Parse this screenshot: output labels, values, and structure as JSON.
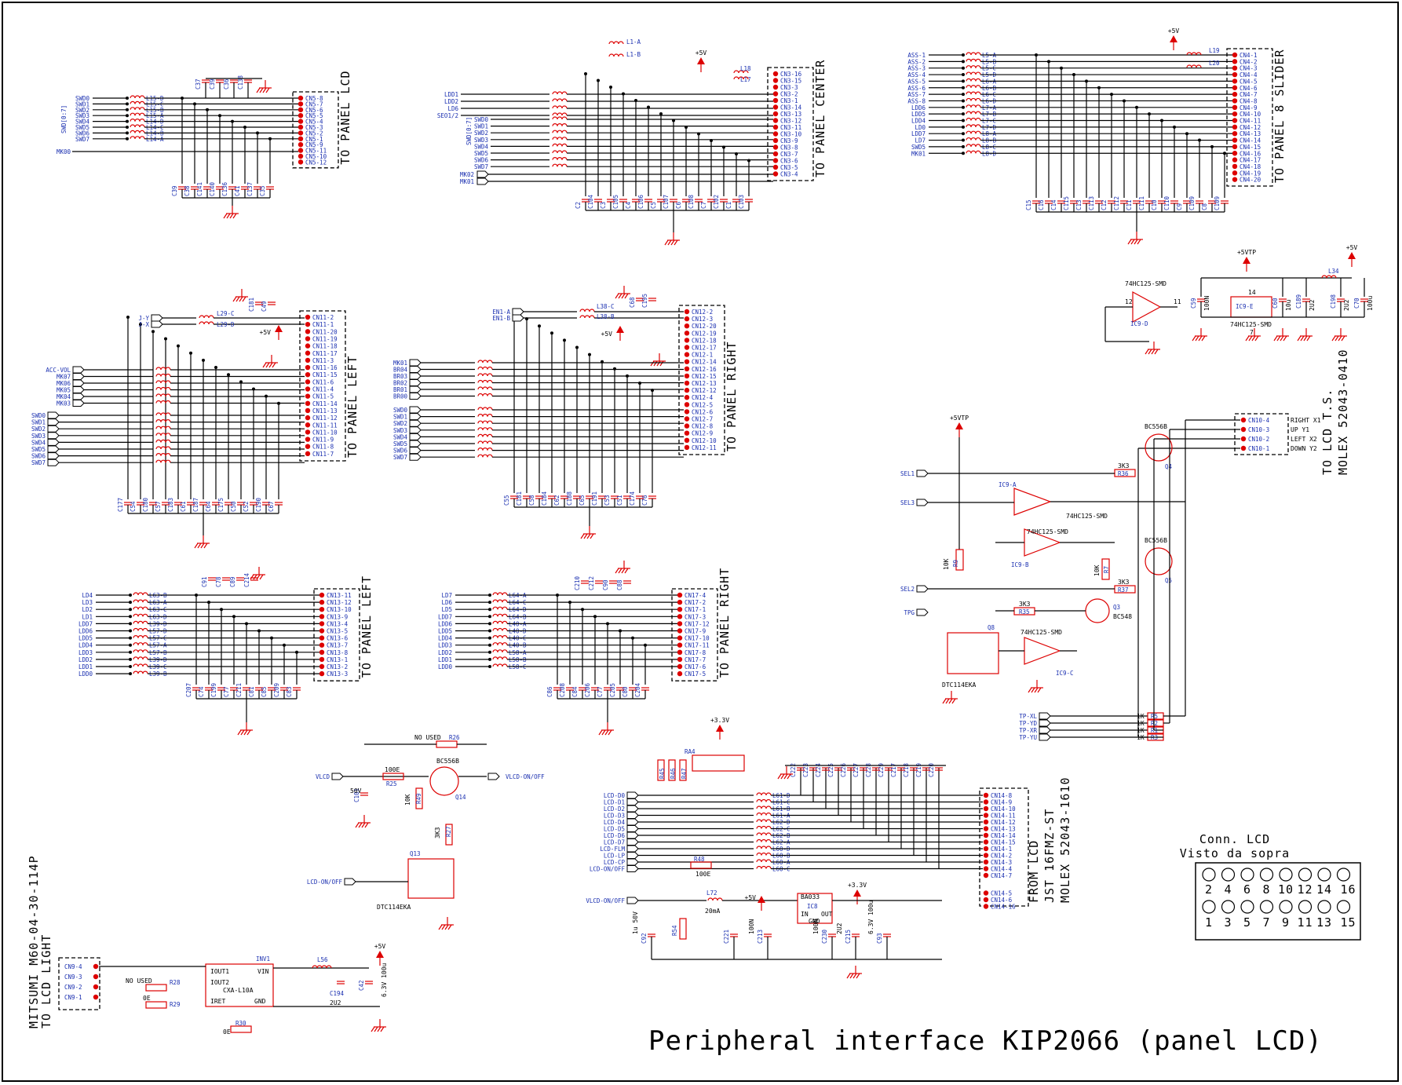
{
  "title": "Peripheral interface KIP2066 (panel LCD)",
  "colors": {
    "wire": "#000000",
    "component": "#dd0000",
    "net_label": "#1a2fb0"
  },
  "connectors": {
    "cn5": {
      "label": "TO PANEL LCD",
      "pins": [
        "CN5-8",
        "CN5-7",
        "CN5-6",
        "CN5-5",
        "CN5-4",
        "CN5-3",
        "CN5-2",
        "CN5-1",
        "CN5-9",
        "CN5-11",
        "CN5-10",
        "CN5-12"
      ]
    },
    "cn3": {
      "label": "TO PANEL CENTER",
      "pins": [
        "CN3-16",
        "CN3-15",
        "CN3-3",
        "CN3-2",
        "CN3-1",
        "CN3-14",
        "CN3-13",
        "CN3-12",
        "CN3-11",
        "CN3-10",
        "CN3-9",
        "CN3-8",
        "CN3-7",
        "CN3-6",
        "CN3-5",
        "CN3-4"
      ]
    },
    "cn4": {
      "label": "TO PANEL 8 SLIDER",
      "pins": [
        "CN4-1",
        "CN4-2",
        "CN4-3",
        "CN4-4",
        "CN4-5",
        "CN4-6",
        "CN4-7",
        "CN4-8",
        "CN4-9",
        "CN4-10",
        "CN4-11",
        "CN4-12",
        "CN4-13",
        "CN4-14",
        "CN4-15",
        "CN4-16",
        "CN4-17",
        "CN4-18",
        "CN4-19",
        "CN4-20"
      ]
    },
    "cn11": {
      "label": "TO PANEL LEFT",
      "pins": [
        "CN11-2",
        "CN11-1",
        "CN11-20",
        "CN11-19",
        "CN11-18",
        "CN11-17",
        "CN11-3",
        "CN11-16",
        "CN11-15",
        "CN11-6",
        "CN11-4",
        "CN11-5",
        "CN11-14",
        "CN11-13",
        "CN11-12",
        "CN11-11",
        "CN11-10",
        "CN11-9",
        "CN11-8",
        "CN11-7"
      ]
    },
    "cn12": {
      "label": "TO PANEL RIGHT",
      "pins": [
        "CN12-2",
        "CN12-3",
        "CN12-20",
        "CN12-19",
        "CN12-18",
        "CN12-17",
        "CN12-1",
        "CN12-14",
        "CN12-16",
        "CN12-15",
        "CN12-13",
        "CN12-12",
        "CN12-4",
        "CN12-5",
        "CN12-6",
        "CN12-7",
        "CN12-8",
        "CN12-9",
        "CN12-10",
        "CN12-11"
      ]
    },
    "cn13": {
      "label": "TO PANEL LEFT",
      "pins": [
        "CN13-11",
        "CN13-12",
        "CN13-10",
        "CN13-9",
        "CN13-4",
        "CN13-5",
        "CN13-6",
        "CN13-7",
        "CN13-8",
        "CN13-1",
        "CN13-2",
        "CN13-3"
      ]
    },
    "cn17": {
      "label": "TO PANEL RIGHT",
      "pins": [
        "CN17-4",
        "CN17-2",
        "CN17-1",
        "CN17-3",
        "CN17-12",
        "CN17-9",
        "CN17-10",
        "CN17-11",
        "CN17-8",
        "CN17-7",
        "CN17-6",
        "CN17-5"
      ]
    },
    "cn10": {
      "label1": "TO LCD T.S.",
      "label2": "MOLEX 52043-0410",
      "pins": [
        "CN10-4",
        "CN10-3",
        "CN10-2",
        "CN10-1"
      ],
      "signals": [
        "RIGHT X1",
        "UP Y1",
        "LEFT X2",
        "DOWN Y2"
      ]
    },
    "cn14": {
      "label1": "FROM LCD",
      "label2": "JST 16FMZ-ST",
      "label3": "MOLEX 52043-1610",
      "pins": [
        "CN14-8",
        "CN14-9",
        "CN14-10",
        "CN14-11",
        "CN14-12",
        "CN14-13",
        "CN14-14",
        "CN14-15",
        "CN14-1",
        "CN14-2",
        "CN14-3",
        "CN14-4",
        "CN14-7",
        "CN14-5",
        "CN14-6",
        "CN14-16"
      ]
    },
    "cn9": {
      "label1": "MITSUMI M60-04-30-114P",
      "label2": "TO LCD LIGHT",
      "pins": [
        "CN9-4",
        "CN9-3",
        "CN9-2",
        "CN9-1"
      ]
    }
  },
  "nets": {
    "cn5_in": [
      "SWD0",
      "SWD1",
      "SWD2",
      "SWD3",
      "SWD4",
      "SWD5",
      "SWD6",
      "SWD7"
    ],
    "cn5_bus": "SWD[0:7]",
    "cn5_extra": "MK00",
    "cn3_in": [
      "LDD1",
      "LDD2",
      "LD6",
      "SEO1/2"
    ],
    "cn3_sw": [
      "SWD0",
      "SWD1",
      "SWD2",
      "SWD3",
      "SWD4",
      "SWD5",
      "SWD6",
      "SWD7"
    ],
    "cn3_mk": [
      "MK02",
      "MK01"
    ],
    "cn4_in": [
      "ASS-1",
      "ASS-2",
      "ASS-3",
      "ASS-4",
      "ASS-5",
      "ASS-6",
      "ASS-7",
      "ASS-8",
      "LDD6",
      "LDD5",
      "LDD4",
      "LD0",
      "LDD7",
      "LD7",
      "SWD5",
      "MK01"
    ],
    "cn11_j": [
      "J-Y",
      "J-X"
    ],
    "cn11_acc": [
      "ACC-VOL",
      "MK07",
      "MK06",
      "MK05",
      "MK04",
      "MK03"
    ],
    "cn11_sw": [
      "SWD0",
      "SWD1",
      "SWD2",
      "SWD3",
      "SWD4",
      "SWD5",
      "SWD6",
      "SWD7"
    ],
    "cn12_en": [
      "EN1-A",
      "EN1-B"
    ],
    "cn12_br": [
      "MK01",
      "BR04",
      "BR03",
      "BR02",
      "BR01",
      "BR00"
    ],
    "cn12_sw": [
      "SWD0",
      "SWD1",
      "SWD2",
      "SWD3",
      "SWD4",
      "SWD5",
      "SWD6",
      "SWD7"
    ],
    "cn13_in": [
      "LD4",
      "LD3",
      "LD2",
      "LD1",
      "LDD7",
      "LDD6",
      "LDD5",
      "LDD4",
      "LDD3",
      "LDD2",
      "LDD1",
      "LDD0"
    ],
    "cn17_in": [
      "LD7",
      "LD6",
      "LD5",
      "LDD7",
      "LDD6",
      "LDD5",
      "LDD4",
      "LDD3",
      "LDD2",
      "LDD1",
      "LDD0"
    ],
    "cn14_in": [
      "LCD-D0",
      "LCD-D1",
      "LCD-D2",
      "LCD-D3",
      "LCD-D4",
      "LCD-D5",
      "LCD-D6",
      "LCD-D7",
      "LCD-FLM",
      "LCD-LP",
      "LCD-CP",
      "LCD-ON/OFF"
    ],
    "ts_sel": [
      "SEL1",
      "SEL3",
      "SEL2",
      "TPG"
    ],
    "ts_tp": [
      "TP-XL",
      "TP-YD",
      "TP-XR",
      "TP-YU"
    ],
    "power": [
      "+5V",
      "+5VTP",
      "+3.3V"
    ],
    "vlcd_in": "VLCD",
    "vlcd_out": "VLCD-ON/OFF",
    "lcd_onoff": "LCD-ON/OFF",
    "vlcd_onoff2": "VLCD-ON/OFF"
  },
  "parts": {
    "ic9d": "74HC125-SMD",
    "ic9d_ref": "IC9-D",
    "ic9e": "IC9-E",
    "ic9e_part": "74HC125-SMD",
    "ic9a": "IC9-A",
    "ic9a_part": "74HC125-SMD",
    "ic9b": "IC9-B",
    "ic9b_part": "74HC125-SMD",
    "ic9c": "IC9-C",
    "ic9c_part": "74HC125-SMD",
    "q4": "BC556B",
    "q5": "BC556B",
    "q3": "BC548",
    "q8": "DTC114EKA",
    "q14": "BC556B",
    "q13": "DTC114EKA",
    "ic8": "BA033",
    "inv1": "CXA-L10A",
    "r26": "NO USED",
    "r25": "100E",
    "r49": "10K",
    "r27": "3K3",
    "r28": "NO USED",
    "r29": "0E",
    "r30": "0E",
    "r48": "100E",
    "c101": "50V",
    "c194": "2U2",
    "c42": "6.3V 100u",
    "l72": "L72",
    "l72_note": "20mA",
    "ra4": "RA4",
    "conn_title1": "Conn. LCD",
    "conn_title2": "Visto da sopra",
    "conn_top": [
      "2",
      "4",
      "6",
      "8",
      "10",
      "12",
      "14",
      "16"
    ],
    "conn_bot": [
      "1",
      "3",
      "5",
      "7",
      "9",
      "11",
      "13",
      "15"
    ]
  }
}
